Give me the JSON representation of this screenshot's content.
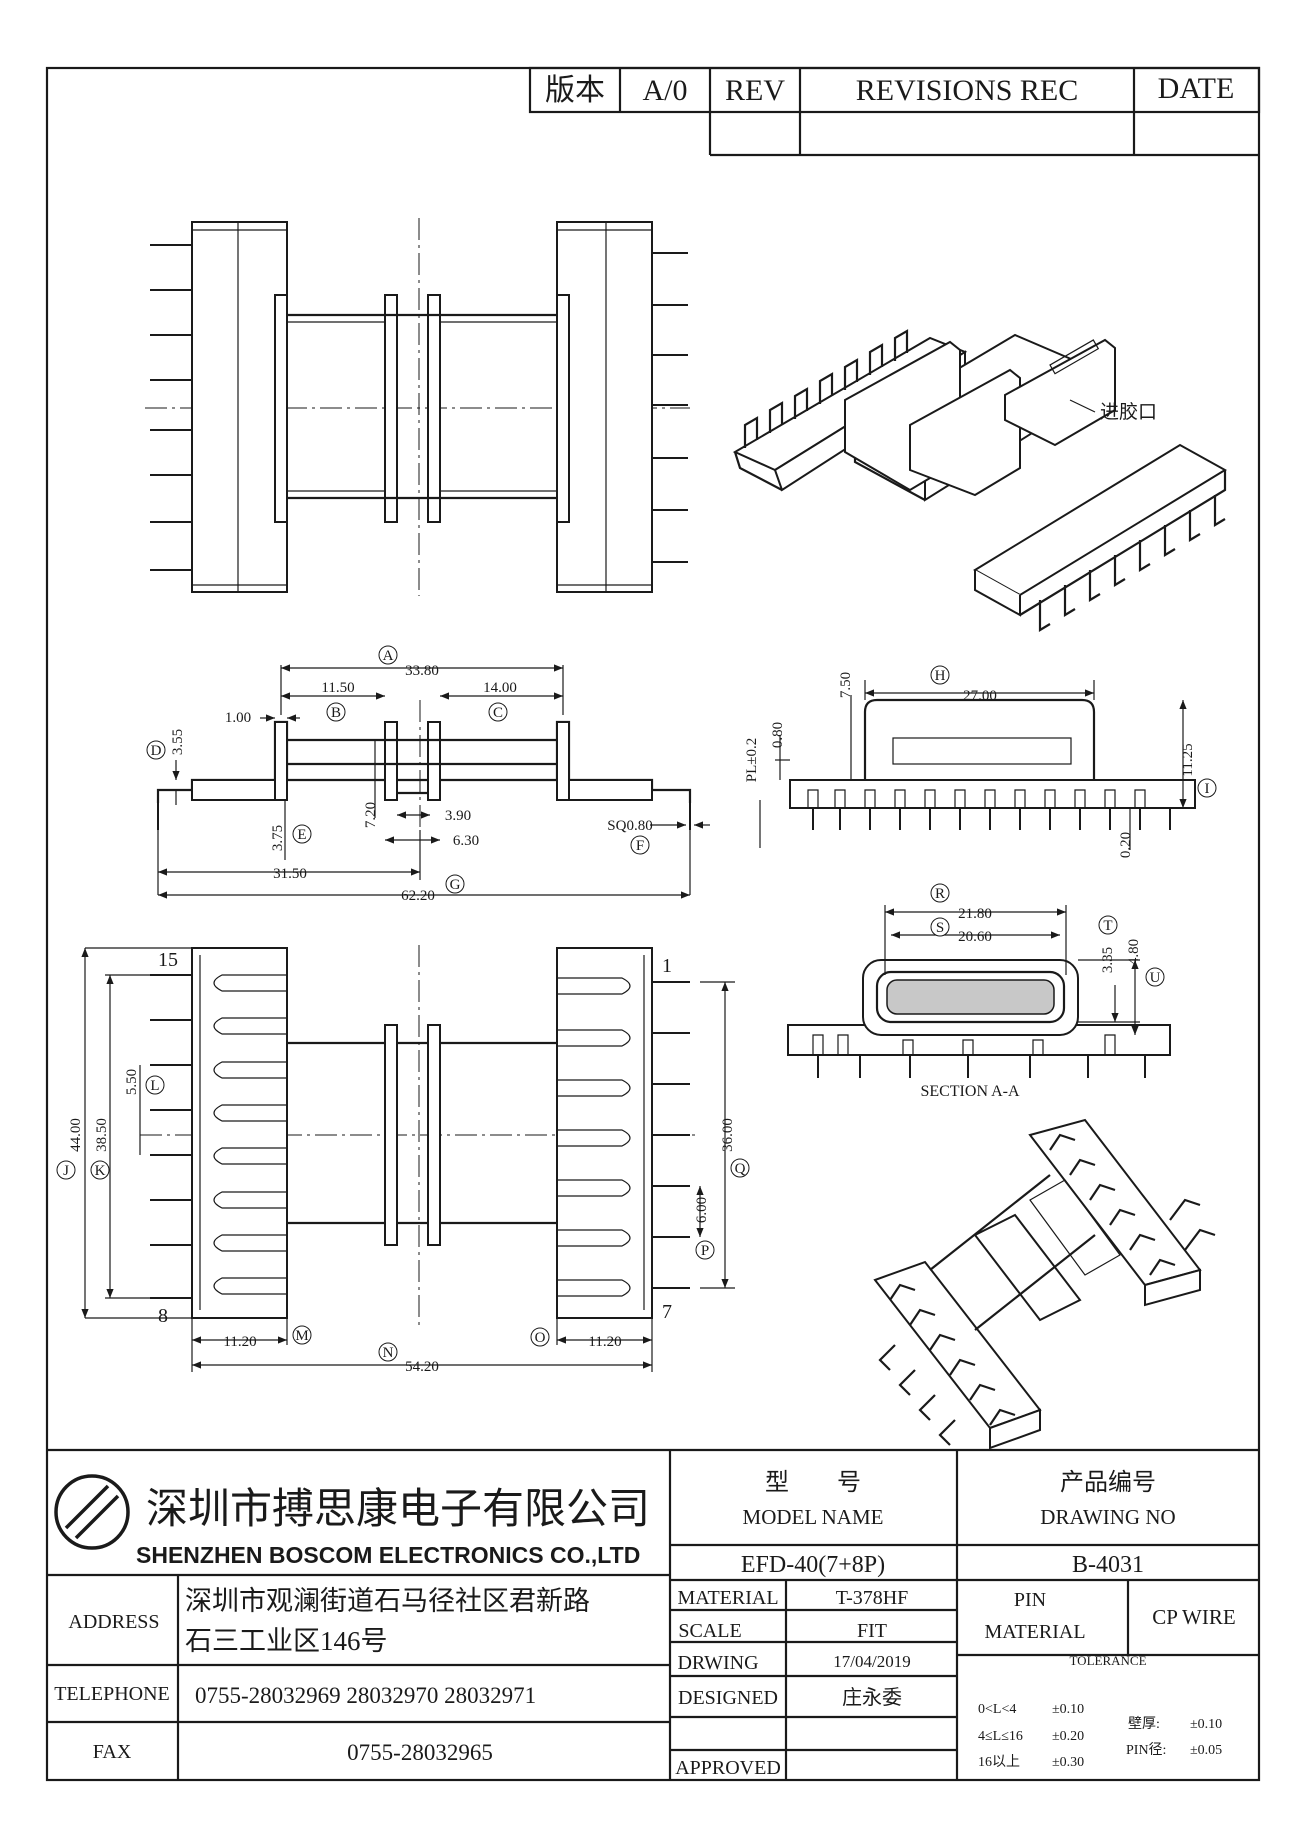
{
  "revision_block": {
    "version_label": "版本",
    "version_value": "A/0",
    "rev_label": "REV",
    "records_label": "REVISIONS REC",
    "date_label": "DATE"
  },
  "annotations": {
    "gate_label": "进胶口",
    "section_label": "SECTION A-A"
  },
  "dimensions": {
    "A": "33.80",
    "B": "11.50",
    "C": "14.00",
    "pin_w": "1.00",
    "D": "3.55",
    "E": "3.75",
    "tube_h": "7.20",
    "fl1": "3.90",
    "fl2": "6.30",
    "F": "SQ0.80",
    "half": "31.50",
    "G": "62.20",
    "H": "27.00",
    "h_top": "7.50",
    "pl": "PL±0.2",
    "wall": "0.80",
    "I": "11.25",
    "base": "0.20",
    "R": "21.80",
    "S": "20.60",
    "T": "3.35",
    "U": "4.80",
    "J": "44.00",
    "K": "38.50",
    "L": "5.50",
    "Q": "36.00",
    "P": "6.00",
    "M": "11.20",
    "N": "54.20",
    "O": "11.20"
  },
  "markers": [
    "A",
    "B",
    "C",
    "D",
    "E",
    "F",
    "G",
    "H",
    "I",
    "J",
    "K",
    "L",
    "M",
    "N",
    "O",
    "P",
    "Q",
    "R",
    "S",
    "T",
    "U"
  ],
  "pin_numbers": {
    "p15": "15",
    "p8": "8",
    "p1": "1",
    "p7": "7"
  },
  "title_block": {
    "company_cn": "深圳市搏思康电子有限公司",
    "company_en": "SHENZHEN BOSCOM ELECTRONICS CO.,LTD",
    "model_label_cn": "型　　号",
    "model_label_en": "MODEL NAME",
    "drawing_label_cn": "产品编号",
    "drawing_label_en": "DRAWING NO",
    "model_value": "EFD-40(7+8P)",
    "drawing_value": "B-4031",
    "address_label": "ADDRESS",
    "address_line1": "深圳市观澜街道石马径社区君新路",
    "address_line2": "石三工业区146号",
    "telephone_label": "TELEPHONE",
    "telephone_value": "0755-28032969 28032970 28032971",
    "fax_label": "FAX",
    "fax_value": "0755-28032965",
    "material_label": "MATERIAL",
    "material_value": "T-378HF",
    "scale_label": "SCALE",
    "scale_value": "FIT",
    "drawing_label": "DRWING",
    "drawing_date": "17/04/2019",
    "designed_label": "DESIGNED",
    "designed_value": "庄永委",
    "approved_label": "APPROVED",
    "pin_material_label1": "PIN",
    "pin_material_label2": "MATERIAL",
    "pin_material_value": "CP WIRE",
    "tolerance_label": "TOLERANCE",
    "tol_r1_range": "0<L<4",
    "tol_r1_value": "±0.10",
    "tol_r2_range": "4≤L≤16",
    "tol_r2_value": "±0.20",
    "tol_r3_range": "16以上",
    "tol_r3_value": "±0.30",
    "wall_label": "壁厚:",
    "wall_value": "±0.10",
    "pin_dia_label": "PIN径:",
    "pin_dia_value": "±0.05"
  }
}
